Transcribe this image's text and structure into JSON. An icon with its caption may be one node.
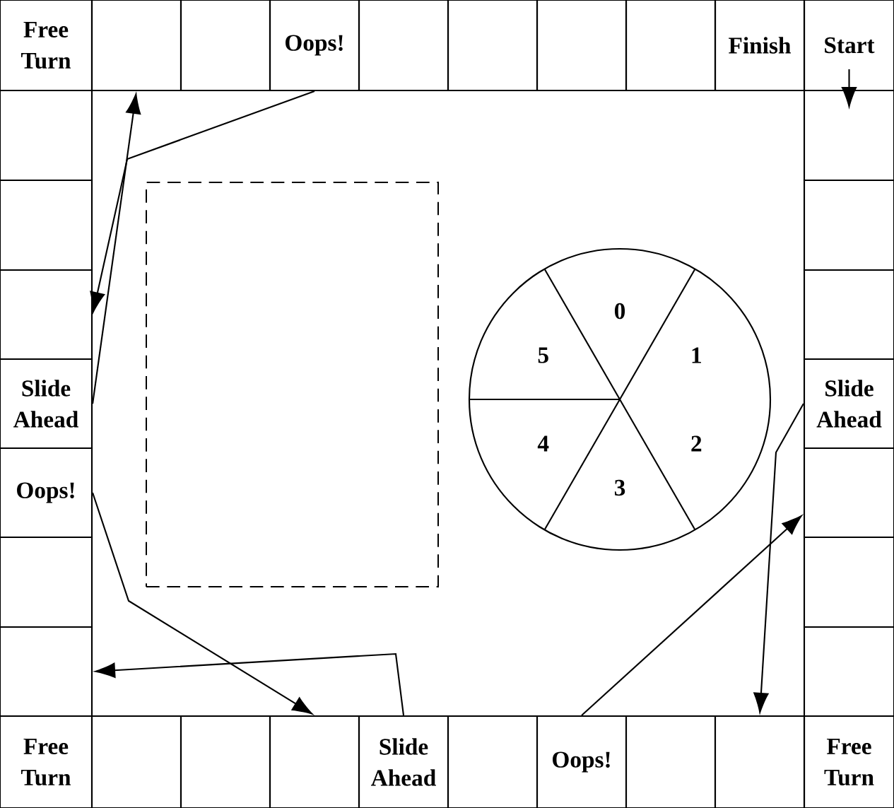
{
  "diagram": {
    "nodes": [
      {
        "text": [
          "Free Turn"
        ]
      },
      {
        "text": [],
        "shape": "box"
      },
      {
        "text": [],
        "shape": "box"
      },
      {
        "text": [
          "Oops!"
        ]
      },
      {
        "text": [],
        "shape": "box"
      },
      {
        "text": [],
        "shape": "box"
      },
      {
        "text": [],
        "shape": "box"
      },
      {
        "text": [],
        "shape": "box"
      },
      {
        "text": [
          "Finish"
        ]
      },
      {
        "text": [
          "Start"
        ]
      },
      {
        "text": [],
        "shape": "box"
      },
      {
        "text": [],
        "shape": "box"
      },
      {
        "text": [],
        "shape": "box"
      },
      {
        "text": [],
        "shape": "box"
      },
      {
        "text": [],
        "shape": "box"
      },
      {
        "text": [],
        "shape": "box"
      },
      {
        "text": [
          "Slide Ahead"
        ]
      },
      {
        "text": [
          "Slide Ahead"
        ]
      },
      {
        "text": [
          "Oops!"
        ]
      },
      {
        "text": [],
        "shape": "box"
      },
      {
        "text": [],
        "shape": "box"
      },
      {
        "text": [],
        "shape": "box"
      },
      {
        "text": [],
        "shape": "box"
      },
      {
        "text": [],
        "shape": "box"
      },
      {
        "text": [
          "Free Turn"
        ]
      },
      {
        "text": [],
        "shape": "box"
      },
      {
        "text": [],
        "shape": "box"
      },
      {
        "text": [],
        "shape": "box"
      },
      {
        "text": [
          "Slide Ahead"
        ]
      },
      {
        "text": [],
        "shape": "box"
      },
      {
        "text": [
          "Oops!"
        ]
      },
      {
        "text": [],
        "shape": "box"
      },
      {
        "text": [],
        "shape": "box"
      },
      {
        "text": [
          "Free Turn"
        ]
      },
      {
        "text": [],
        "shape": "card"
      }
    ],
    "edges": [
      {
        "from": 3,
        "to": 14,
        "arrow": "to"
      },
      {
        "from": 16,
        "to": 1,
        "arrow": "to"
      },
      {
        "from": 9,
        "to": 11,
        "arrow": "to"
      },
      {
        "from": 17,
        "to": 32,
        "arrow": "to"
      },
      {
        "from": 30,
        "to": 19,
        "arrow": "to"
      },
      {
        "from": 18,
        "to": 27,
        "arrow": "to"
      },
      {
        "from": 28,
        "to": 22,
        "arrow": "to"
      }
    ],
    "labels": [
      "0",
      "1",
      "2",
      "3",
      "4",
      "5"
    ]
  }
}
